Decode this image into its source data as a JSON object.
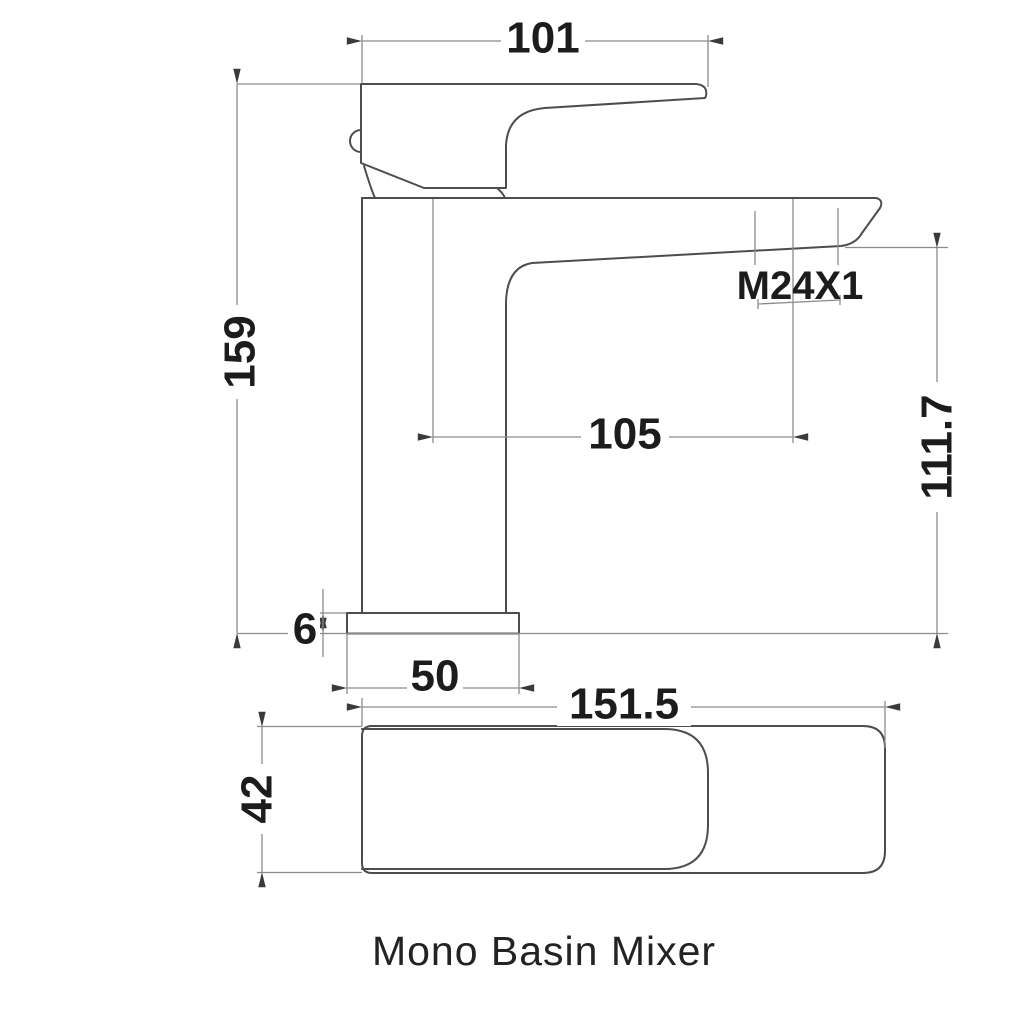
{
  "caption": "Mono Basin Mixer",
  "dimensions": {
    "handle_length": "101",
    "overall_height": "159",
    "aerator_thread": "M24X1",
    "spout_reach": "105",
    "spout_outlet_height": "111.7",
    "base_plate_thickness": "6",
    "base_plate_width": "50",
    "overall_length": "151.5",
    "footprint_depth": "42"
  },
  "colors": {
    "background": "#ffffff",
    "outline": "#4d4d4d",
    "dimension_line": "#8c8c8c",
    "arrow": "#3a3a3a",
    "text": "#1c1c1c"
  }
}
